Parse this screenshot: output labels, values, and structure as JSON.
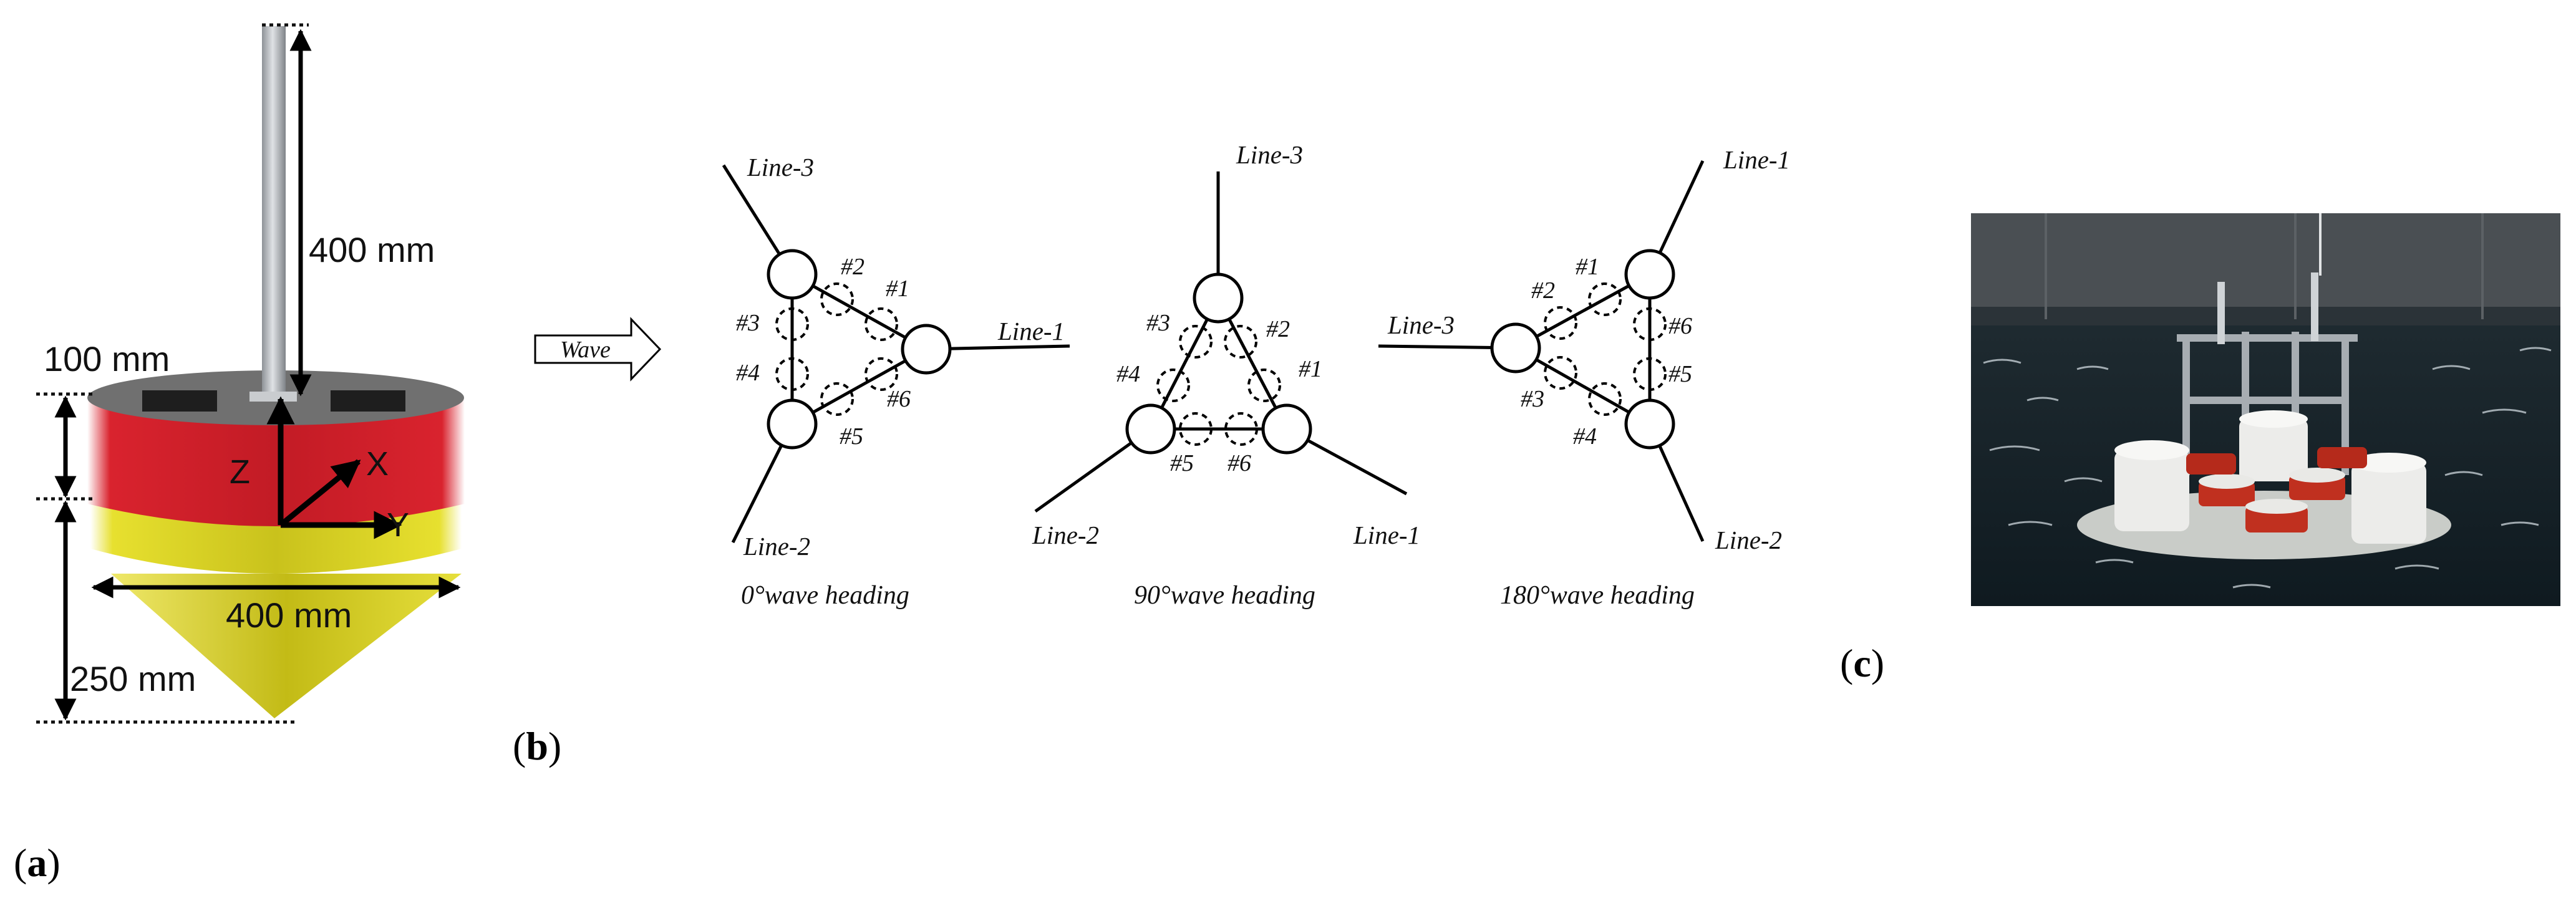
{
  "panel_a": {
    "label_open": "(",
    "label_letter": "a",
    "label_close": ")",
    "dim_mast": "400 mm",
    "dim_top": "100 mm",
    "dim_diameter": "400 mm",
    "dim_cone": "250 mm",
    "axis_z": "Z",
    "axis_x": "X",
    "axis_y": "Y",
    "colors": {
      "red_band": "#d9232e",
      "yellow_band": "#e7e02f",
      "deck": "#6f6f6f",
      "mast": "#b9bcc0"
    }
  },
  "panel_b": {
    "label_open": "(",
    "label_letter": "b",
    "label_close": ")",
    "wave_arrow_label": "Wave",
    "headings": [
      {
        "caption": "0°wave heading",
        "lines": [
          "Line-3",
          "Line-2",
          "Line-1"
        ],
        "markers": [
          "#2",
          "#1",
          "#3",
          "#4",
          "#6",
          "#5"
        ]
      },
      {
        "caption": "90°wave heading",
        "lines": [
          "Line-3",
          "Line-2",
          "Line-1"
        ],
        "markers": [
          "#3",
          "#2",
          "#4",
          "#1",
          "#5",
          "#6"
        ]
      },
      {
        "caption": "180°wave heading",
        "lines": [
          "Line-1",
          "Line-3",
          "Line-2"
        ],
        "markers": [
          "#1",
          "#2",
          "#6",
          "#3",
          "#5",
          "#4"
        ]
      }
    ]
  },
  "panel_c": {
    "label_open": "(",
    "label_letter": "c",
    "label_close": ")",
    "photo_colors": {
      "water": "#1a2a33",
      "frame": "#9aa0a6",
      "float": "#e8e8e6",
      "drum_red": "#c0301f"
    }
  }
}
